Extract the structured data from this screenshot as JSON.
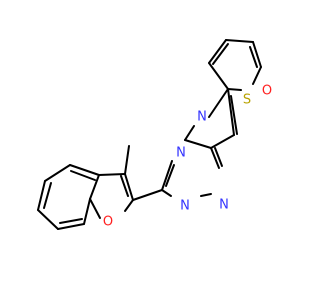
{
  "molecule": {
    "atoms": {
      "s_thiadiazole": {
        "label": "S",
        "color": "#B8A200"
      },
      "n_thiadiazole": {
        "label": "N",
        "color": "#3333FF"
      },
      "n_bridge": {
        "label": "N",
        "color": "#3333FF"
      },
      "n_triazole_1": {
        "label": "N",
        "color": "#3333FF"
      },
      "n_triazole_2": {
        "label": "N",
        "color": "#3333FF"
      },
      "o_furan": {
        "label": "O",
        "color": "#FF2020"
      },
      "o_benzofuran": {
        "label": "O",
        "color": "#FF2020"
      }
    },
    "bond_color": "#000000"
  }
}
